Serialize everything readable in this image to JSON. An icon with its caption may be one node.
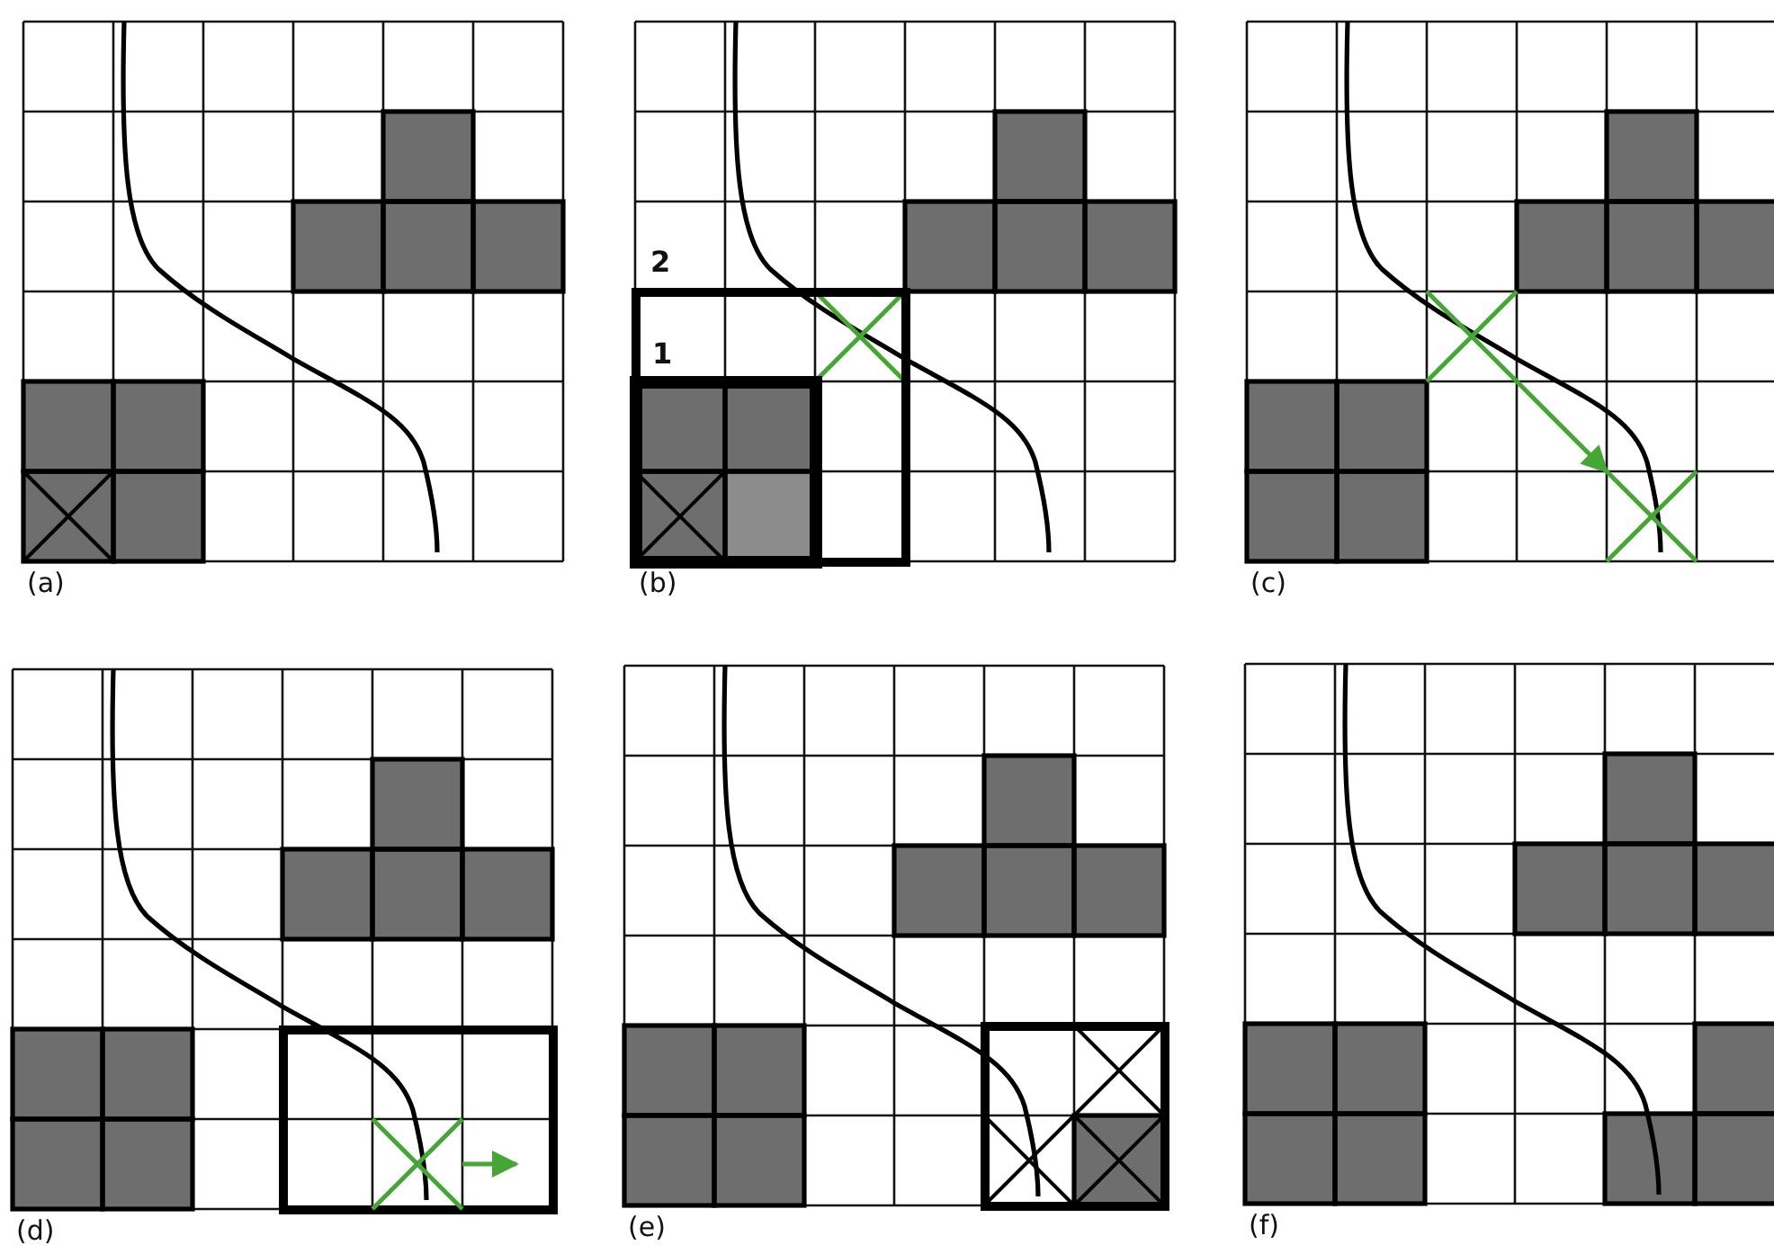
{
  "diagram": {
    "nodes": [
      {
        "text": [
          "2"
        ]
      },
      {
        "text": [
          "1"
        ],
        "in": 0
      },
      {
        "text": [],
        "shape": "cross"
      },
      {
        "text": [],
        "shape": "cross"
      },
      {
        "text": [],
        "shape": "box"
      },
      {
        "text": [],
        "shape": "cross",
        "in": 4
      },
      {
        "text": [],
        "shape": "box"
      }
    ],
    "edges": [
      {
        "from": 2,
        "to": 3,
        "arrow": "to"
      },
      {
        "from": 5,
        "to": null,
        "arrow": "to"
      }
    ],
    "labels": [
      "(a)",
      "(b)",
      "(c)",
      "(d)",
      "(e)",
      "(f)"
    ]
  }
}
